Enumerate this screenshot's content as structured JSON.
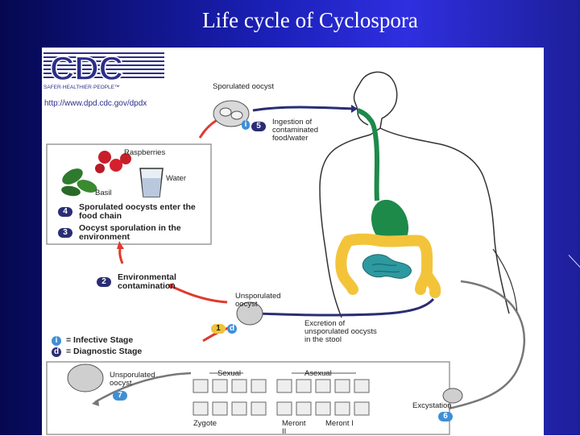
{
  "slide": {
    "title": "Life cycle of Cyclospora"
  },
  "logo": {
    "text": "CDC",
    "tagline": "SAFER·HEALTHIER·PEOPLE™",
    "url": "http://www.dpd.cdc.gov/dpdx"
  },
  "labels": {
    "sporulated_oocyst": "Sporulated oocyst",
    "ingestion": "Ingestion of contaminated food/water",
    "raspberries": "Raspberries",
    "water": "Water",
    "basil": "Basil",
    "step4": "Sporulated oocysts enter the food chain",
    "step3": "Oocyst sporulation in the environment",
    "step2": "Environmental contamination",
    "unsporulated_oocyst": "Unsporulated oocyst",
    "excretion": "Excretion of unsporulated oocysts in the stool",
    "legend_infective": "= Infective Stage",
    "legend_diagnostic": "= Diagnostic Stage",
    "unsporulated_oocyst_bottom": "Unsporulated oocyst",
    "sexual": "Sexual",
    "asexual": "Asexual",
    "zygote": "Zygote",
    "meront2": "Meront II",
    "meront1": "Meront I",
    "excystation": "Excystation"
  },
  "badges": {
    "b1": "1",
    "b2": "2",
    "b3": "3",
    "b4": "4",
    "b5": "5",
    "b6": "6",
    "b7": "7",
    "i": "i",
    "d": "d"
  },
  "colors": {
    "arrow_red": "#e03a2e",
    "gut_green": "#1d8a4a",
    "intestine_gold": "#f3c43a",
    "small_intestine_teal": "#2c9aa0"
  }
}
